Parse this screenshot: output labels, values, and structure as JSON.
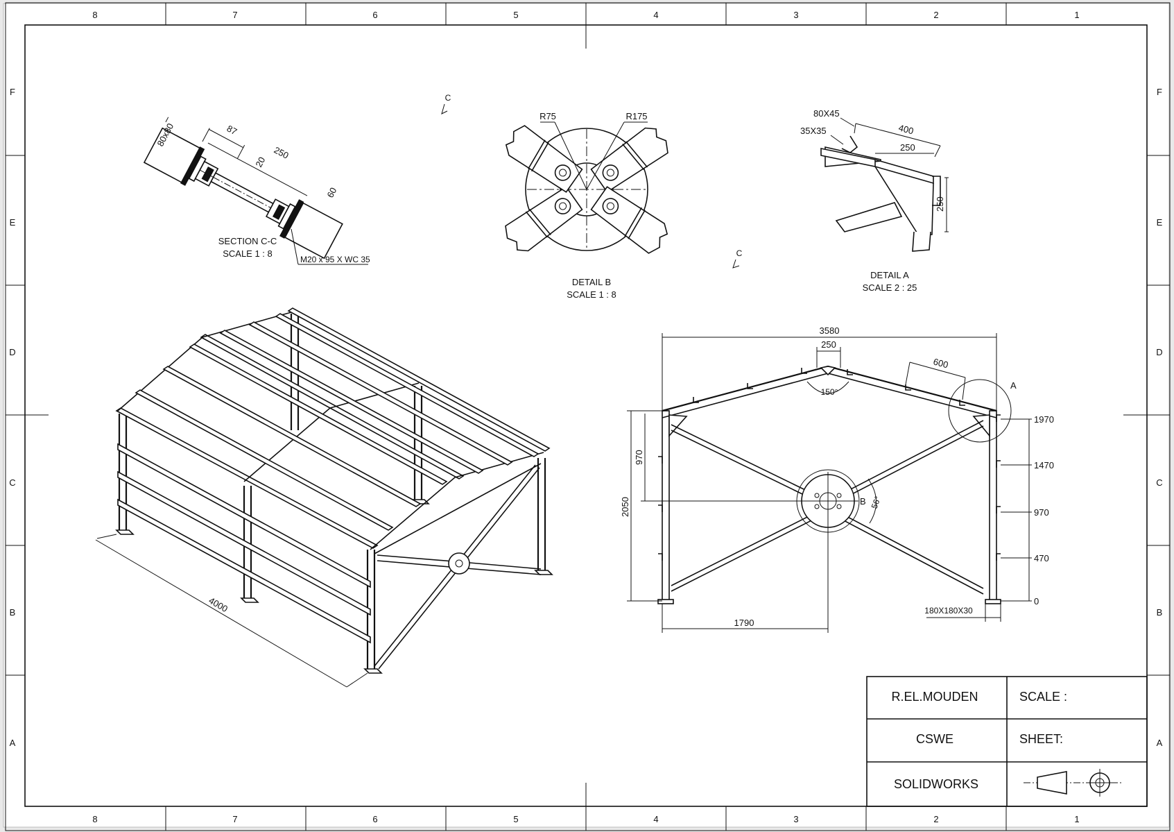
{
  "zones": {
    "columns": [
      "8",
      "7",
      "6",
      "5",
      "4",
      "3",
      "2",
      "1"
    ],
    "rows": [
      "F",
      "E",
      "D",
      "C",
      "B",
      "A"
    ]
  },
  "section": {
    "label": "C",
    "title": "SECTION C-C",
    "scale": "SCALE 1 : 8",
    "dim_profile": "80x80",
    "dim_87": "87",
    "dim_250": "250",
    "dim_20": "20",
    "dim_60": "60",
    "bolt": "M20 x 95 X WC 35"
  },
  "detail_b": {
    "title": "DETAIL B",
    "scale": "SCALE 1 : 8",
    "r_small": "R75",
    "r_large": "R175"
  },
  "detail_a": {
    "title": "DETAIL A",
    "scale": "SCALE 2 : 25",
    "purlin": "80X45",
    "angle": "35X35",
    "dim_400": "400",
    "dim_250": "250",
    "dim_250v": "250"
  },
  "iso": {
    "length": "4000"
  },
  "front": {
    "width": "3580",
    "apex": "250",
    "spacing": "600",
    "angle_apex": "150°",
    "angle_brace": "56°",
    "callout_a": "A",
    "callout_b": "B",
    "height": "2050",
    "height_upper": "970",
    "half_width": "1790",
    "base_plate": "180X180X30",
    "levels": [
      "1970",
      "1470",
      "970",
      "470",
      "0"
    ]
  },
  "title_block": {
    "author": "R.EL.MOUDEN",
    "org": "CSWE",
    "software": "SOLIDWORKS",
    "scale_label": "SCALE :",
    "sheet_label": "SHEET:"
  }
}
